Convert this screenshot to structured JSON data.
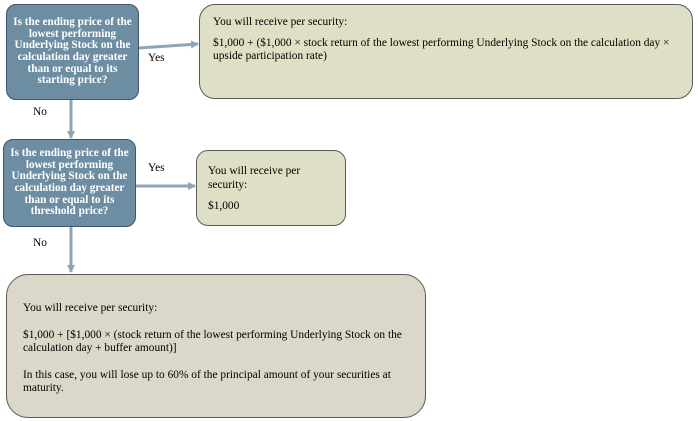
{
  "decision1": {
    "question": "Is the ending price of the lowest performing Underlying Stock on the calculation day greater than or equal to its starting price?",
    "yes_label": "Yes",
    "no_label": "No"
  },
  "outcome1": {
    "heading": "You will receive per security:",
    "formula": "$1,000 + ($1,000 × stock return of the lowest performing Underlying Stock on the calculation day × upside participation rate)"
  },
  "decision2": {
    "question": "Is the ending price of the lowest performing Underlying Stock on the calculation day greater than or equal to its threshold price?",
    "yes_label": "Yes",
    "no_label": "No"
  },
  "outcome2": {
    "heading": "You will receive per security:",
    "value": "$1,000"
  },
  "outcome3": {
    "heading": "You will receive per security:",
    "formula": "$1,000 + [$1,000 × (stock return of the lowest performing Underlying Stock on the calculation day + buffer amount)]",
    "note": "In this case, you will lose up to 60% of the principal amount of your securities at maturity."
  },
  "colors": {
    "decision_fill": "#6d8da3",
    "decision_border": "#3e5567",
    "outcome_fill": "#dedfc4",
    "final_outcome_fill": "#dbd7c9",
    "arrow": "#8fa4b4"
  }
}
